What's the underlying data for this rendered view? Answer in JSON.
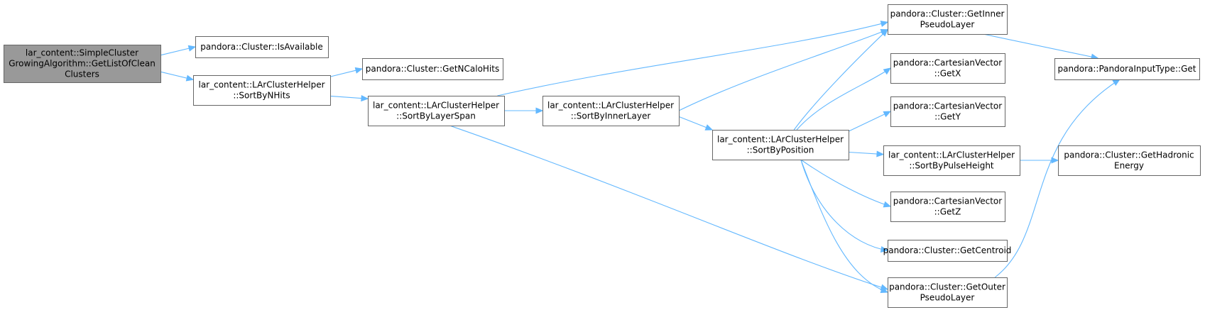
{
  "colors": {
    "edge": "#63b8ff",
    "node_border": "#666666",
    "node_fill": "#ffffff",
    "root_fill": "#999999"
  },
  "nodes": [
    {
      "id": "root",
      "root": true,
      "lines": [
        "lar_content::SimpleCluster",
        "GrowingAlgorithm::GetListOfClean",
        "Clusters"
      ]
    },
    {
      "id": "isavailable",
      "lines": [
        "pandora::Cluster::IsAvailable"
      ]
    },
    {
      "id": "sortbynhits",
      "lines": [
        "lar_content::LArClusterHelper",
        "::SortByNHits"
      ]
    },
    {
      "id": "getncalohits",
      "lines": [
        "pandora::Cluster::GetNCaloHits"
      ]
    },
    {
      "id": "sortbylayerspan",
      "lines": [
        "lar_content::LArClusterHelper",
        "::SortByLayerSpan"
      ]
    },
    {
      "id": "sortbyinnerlayer",
      "lines": [
        "lar_content::LArClusterHelper",
        "::SortByInnerLayer"
      ]
    },
    {
      "id": "sortbyposition",
      "lines": [
        "lar_content::LArClusterHelper",
        "::SortByPosition"
      ]
    },
    {
      "id": "getinnerpseudolayer",
      "lines": [
        "pandora::Cluster::GetInner",
        "PseudoLayer"
      ]
    },
    {
      "id": "getx",
      "lines": [
        "pandora::CartesianVector",
        "::GetX"
      ]
    },
    {
      "id": "gety",
      "lines": [
        "pandora::CartesianVector",
        "::GetY"
      ]
    },
    {
      "id": "sortbypulseheight",
      "lines": [
        "lar_content::LArClusterHelper",
        "::SortByPulseHeight"
      ]
    },
    {
      "id": "getz",
      "lines": [
        "pandora::CartesianVector",
        "::GetZ"
      ]
    },
    {
      "id": "getcentroid",
      "lines": [
        "pandora::Cluster::GetCentroid"
      ]
    },
    {
      "id": "getouterpseudolayer",
      "lines": [
        "pandora::Cluster::GetOuter",
        "PseudoLayer"
      ]
    },
    {
      "id": "pandorainputtypeget",
      "lines": [
        "pandora::PandoraInputType::Get"
      ]
    },
    {
      "id": "gethadronicenergy",
      "lines": [
        "pandora::Cluster::GetHadronic",
        "Energy"
      ]
    }
  ],
  "edges": [
    {
      "from": "root",
      "to": "isavailable"
    },
    {
      "from": "root",
      "to": "sortbynhits"
    },
    {
      "from": "sortbynhits",
      "to": "getncalohits"
    },
    {
      "from": "sortbynhits",
      "to": "sortbylayerspan"
    },
    {
      "from": "sortbylayerspan",
      "to": "getinnerpseudolayer"
    },
    {
      "from": "sortbylayerspan",
      "to": "sortbyinnerlayer"
    },
    {
      "from": "sortbylayerspan",
      "to": "getouterpseudolayer"
    },
    {
      "from": "sortbyinnerlayer",
      "to": "getinnerpseudolayer"
    },
    {
      "from": "sortbyinnerlayer",
      "to": "sortbyposition"
    },
    {
      "from": "sortbyposition",
      "to": "getinnerpseudolayer"
    },
    {
      "from": "sortbyposition",
      "to": "getx"
    },
    {
      "from": "sortbyposition",
      "to": "gety"
    },
    {
      "from": "sortbyposition",
      "to": "sortbypulseheight"
    },
    {
      "from": "sortbyposition",
      "to": "getz"
    },
    {
      "from": "sortbyposition",
      "to": "getcentroid"
    },
    {
      "from": "sortbyposition",
      "to": "getouterpseudolayer"
    },
    {
      "from": "getinnerpseudolayer",
      "to": "pandorainputtypeget"
    },
    {
      "from": "getouterpseudolayer",
      "to": "pandorainputtypeget"
    },
    {
      "from": "sortbypulseheight",
      "to": "gethadronicenergy"
    }
  ]
}
